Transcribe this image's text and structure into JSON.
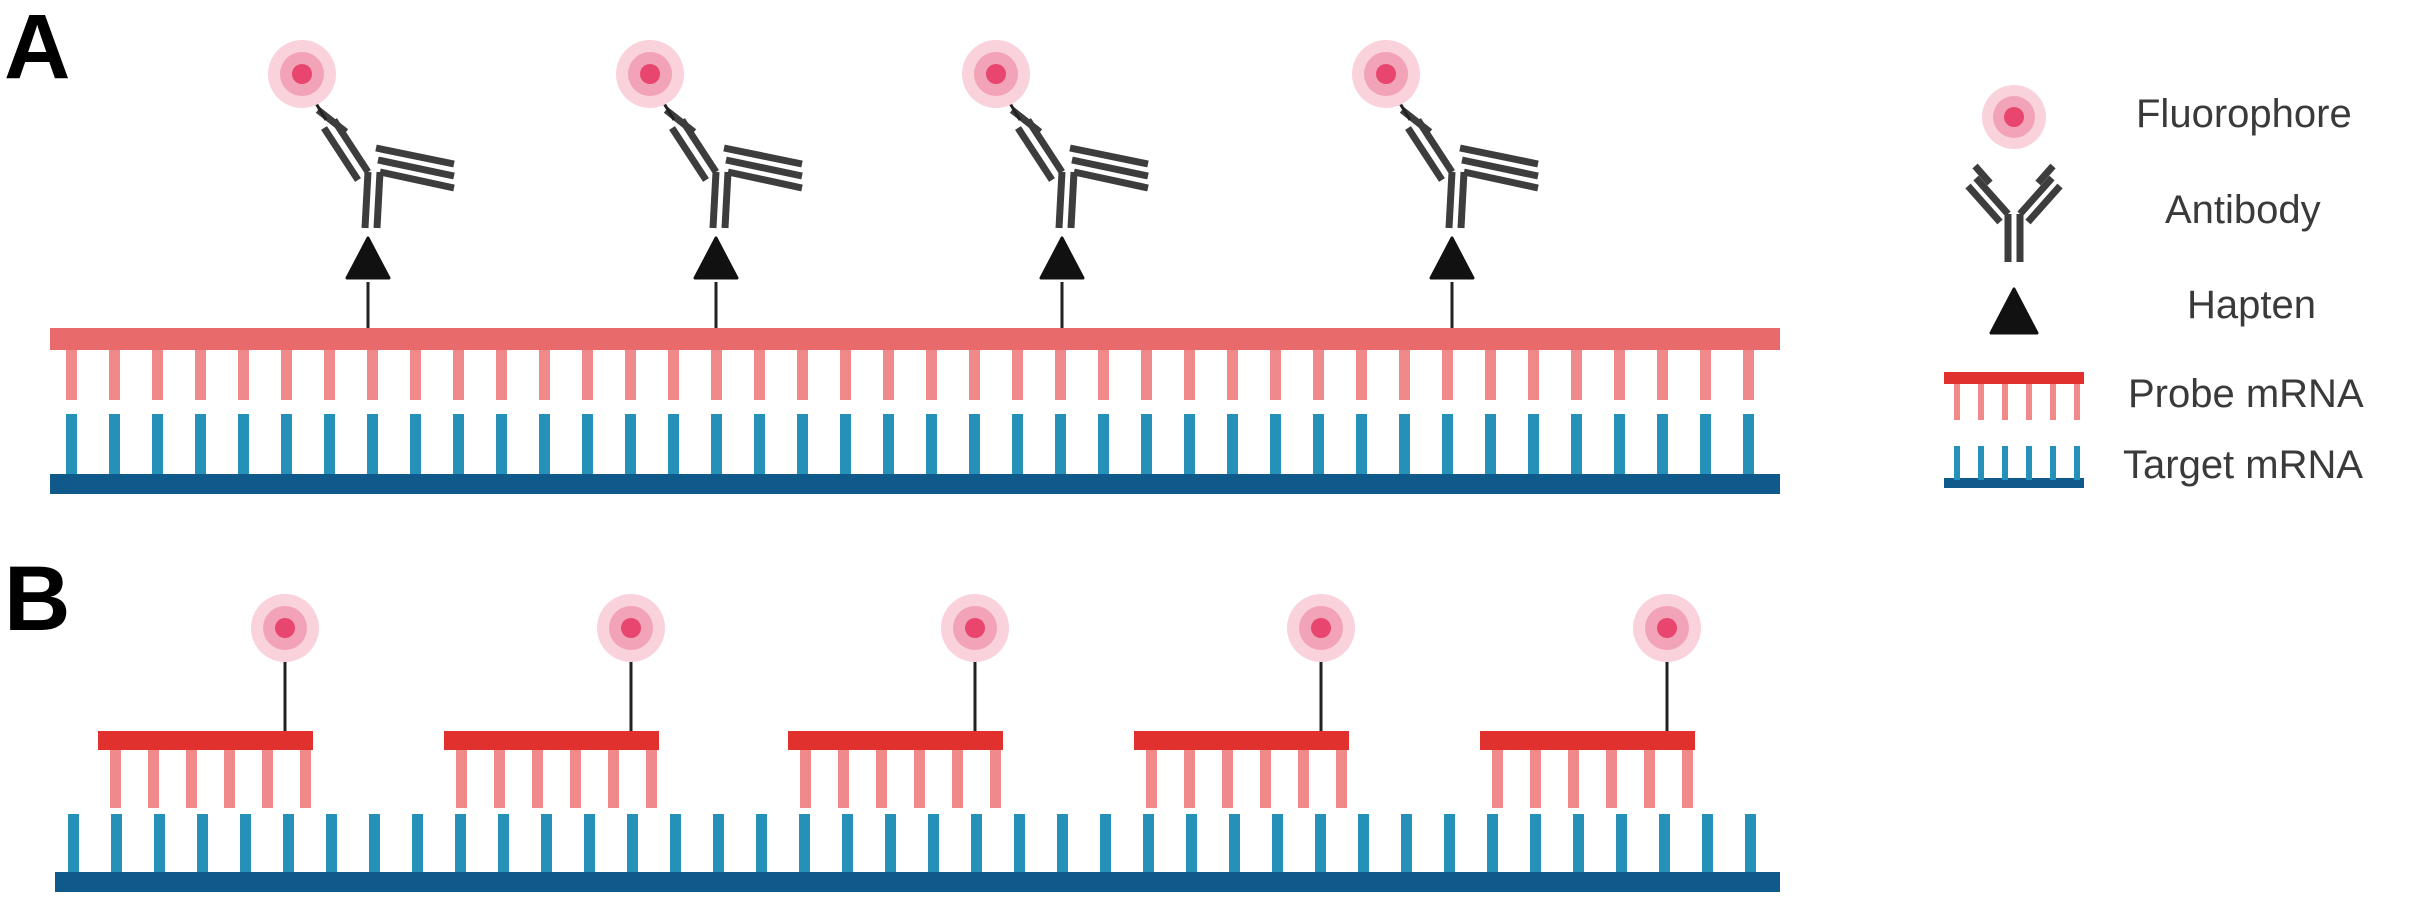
{
  "panels": [
    {
      "id": "A",
      "label": "A"
    },
    {
      "id": "B",
      "label": "B"
    }
  ],
  "legend": {
    "items": [
      {
        "key": "fluorophore",
        "label": "Fluorophore",
        "icon": "fluorophore-icon"
      },
      {
        "key": "antibody",
        "label": "Antibody",
        "icon": "antibody-icon"
      },
      {
        "key": "hapten",
        "label": "Hapten",
        "icon": "hapten-icon"
      },
      {
        "key": "probe",
        "label": "Probe mRNA",
        "icon": "probe-mrna-icon"
      },
      {
        "key": "target",
        "label": "Target mRNA",
        "icon": "target-mrna-icon"
      }
    ]
  },
  "colors": {
    "probe_backbone": "#e96a6a",
    "probe_teeth": "#f08a8a",
    "probe_backbone_b": "#e0312f",
    "target_backbone": "#0f5a8a",
    "target_teeth": "#2591b8",
    "fluorophore_outer": "#f9d2dc",
    "fluorophore_mid": "#f3a3b8",
    "fluorophore_core": "#e8466f",
    "antibody": "#3d3d3d",
    "hapten": "#111111"
  },
  "panel_a": {
    "probe_count": 1,
    "labeled_sites": 4
  },
  "panel_b": {
    "probe_count": 5,
    "teeth_per_probe": 6
  }
}
